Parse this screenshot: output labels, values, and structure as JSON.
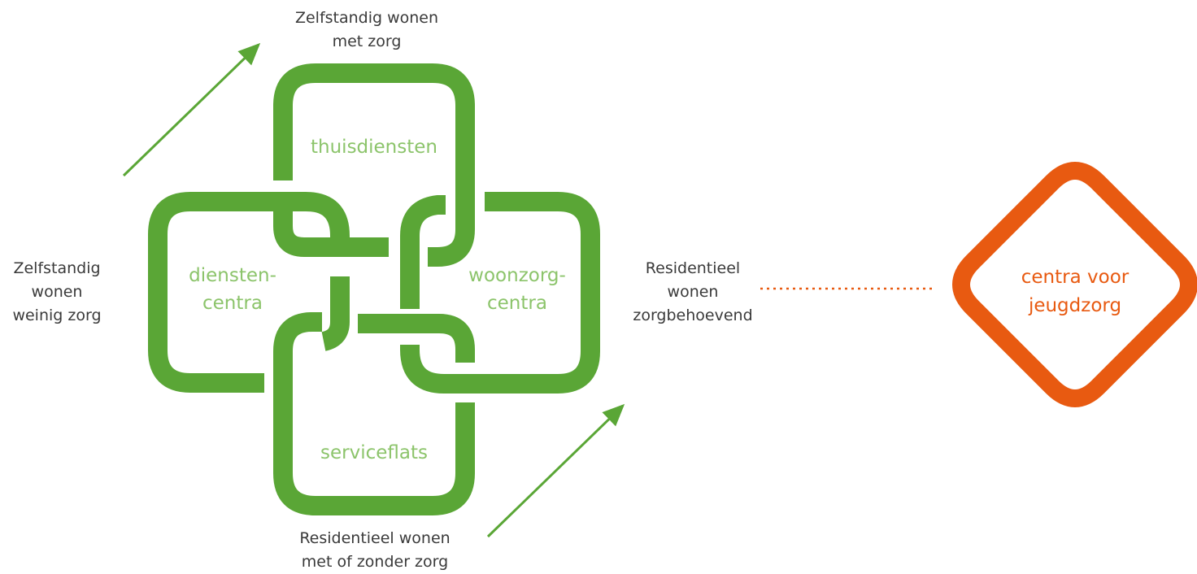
{
  "colors": {
    "green": "#5aa636",
    "light_green_text": "#8cc46b",
    "orange": "#e85a11",
    "gray_text": "#3a3a3a"
  },
  "outer_labels": {
    "top": [
      "Zelfstandig wonen",
      "met zorg"
    ],
    "left": [
      "Zelfstandig",
      "wonen",
      "weinig zorg"
    ],
    "right": [
      "Residentieel",
      "wonen",
      "zorgbehoevend"
    ],
    "bottom": [
      "Residentieel wonen",
      "met of zonder zorg"
    ]
  },
  "rings": {
    "top": [
      "thuisdiensten"
    ],
    "left": [
      "diensten-",
      "centra"
    ],
    "right": [
      "woonzorg-",
      "centra"
    ],
    "bottom": [
      "serviceflats"
    ]
  },
  "linked_node": [
    "centra voor",
    "jeugdzorg"
  ]
}
